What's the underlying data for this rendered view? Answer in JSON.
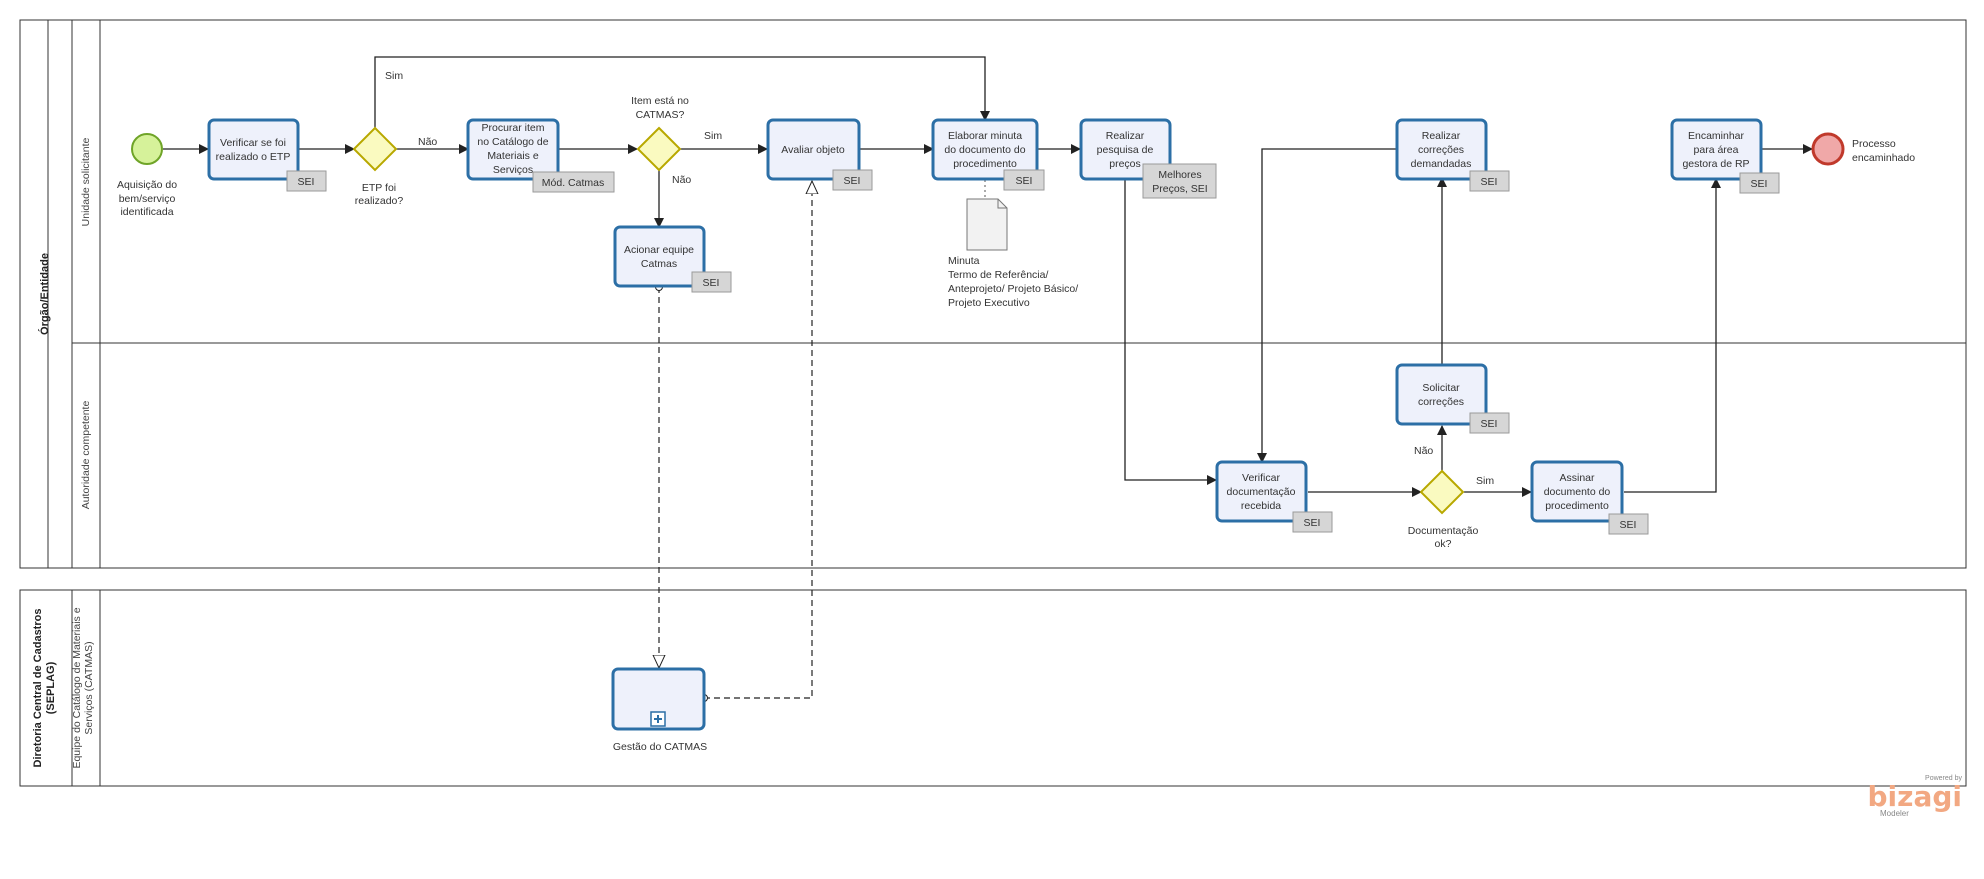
{
  "pools": {
    "top": {
      "title": "Órgão/Entidade"
    },
    "bottom": {
      "title_line1": "Diretoria Central de Cadastros",
      "title_line2": "(SEPLAG)"
    }
  },
  "lanes": {
    "solicitante": "Unidade solicitante",
    "autoridade": "Autoridade competente",
    "catmas_line1": "Equipe do Catálogo de Materiais e",
    "catmas_line2": "Serviços (CATMAS)"
  },
  "events": {
    "start": {
      "lines": [
        "Aquisição do",
        "bem/serviço",
        "identificada"
      ]
    },
    "end": {
      "lines": [
        "Processo",
        "encaminhado"
      ]
    }
  },
  "tasks": {
    "verificar_etp": {
      "lines": [
        "Verificar se foi",
        "realizado o ETP"
      ],
      "tag": "SEI"
    },
    "procurar_item": {
      "lines": [
        "Procurar item",
        "no Catálogo de",
        "Materiais e",
        "Serviços"
      ],
      "tag": "Mód. Catmas"
    },
    "acionar_equipe": {
      "lines": [
        "Acionar equipe",
        "Catmas"
      ],
      "tag": "SEI"
    },
    "avaliar_objeto": {
      "lines": [
        "Avaliar objeto"
      ],
      "tag": "SEI"
    },
    "elaborar_minuta": {
      "lines": [
        "Elaborar minuta",
        "do documento do",
        "procedimento"
      ],
      "tag": "SEI"
    },
    "realizar_pesquisa": {
      "lines": [
        "Realizar",
        "pesquisa de",
        "preços"
      ],
      "tag_lines": [
        "Melhores",
        "Preços, SEI"
      ]
    },
    "realizar_correcoes": {
      "lines": [
        "Realizar",
        "correções",
        "demandadas"
      ],
      "tag": "SEI"
    },
    "encaminhar": {
      "lines": [
        "Encaminhar",
        "para área",
        "gestora de RP"
      ],
      "tag": "SEI"
    },
    "solicitar_correcoes": {
      "lines": [
        "Solicitar",
        "correções"
      ],
      "tag": "SEI"
    },
    "verificar_doc": {
      "lines": [
        "Verificar",
        "documentação",
        "recebida"
      ],
      "tag": "SEI"
    },
    "assinar_doc": {
      "lines": [
        "Assinar",
        "documento do",
        "procedimento"
      ],
      "tag": "SEI"
    },
    "gestao_catmas": {
      "label": "Gestão do CATMAS"
    }
  },
  "gateways": {
    "etp": {
      "lines": [
        "ETP foi",
        "realizado?"
      ]
    },
    "catmas": {
      "lines": [
        "Item está no",
        "CATMAS?"
      ]
    },
    "doc_ok": {
      "lines": [
        "Documentação",
        "ok?"
      ]
    }
  },
  "flow_labels": {
    "etp_sim": "Sim",
    "etp_nao": "Não",
    "catmas_sim": "Sim",
    "catmas_nao": "Não",
    "doc_sim": "Sim",
    "doc_nao": "Não"
  },
  "artifacts": {
    "minuta": {
      "lines": [
        "Minuta",
        "Termo de Referência/",
        "Anteprojeto/ Projeto Básico/",
        "Projeto Executivo"
      ]
    }
  },
  "branding": {
    "powered_by": "Powered by",
    "brand": "bizagi",
    "product": "Modeler",
    "brand_color": "#f2a882"
  }
}
